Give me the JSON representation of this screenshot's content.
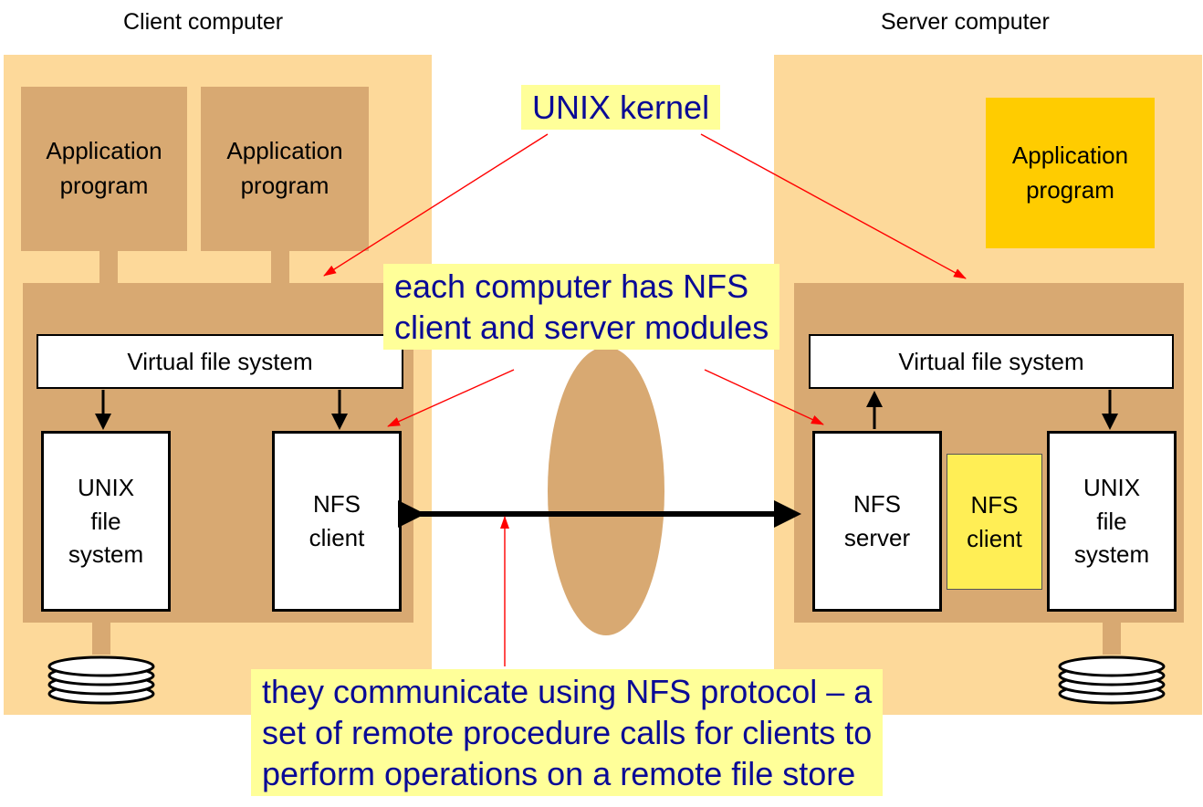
{
  "client": {
    "title": "Client computer",
    "apps": [
      "Application\nprogram",
      "Application\nprogram"
    ],
    "vfs": "Virtual file system",
    "unix_fs": "UNIX\nfile\nsystem",
    "nfs_client": "NFS\nclient"
  },
  "server": {
    "title": "Server computer",
    "app": "Application\nprogram",
    "vfs": "Virtual file system",
    "nfs_server": "NFS\nserver",
    "nfs_client": "NFS\nclient",
    "unix_fs": "UNIX\nfile\nsystem"
  },
  "callouts": {
    "kernel": "UNIX kernel",
    "modules": "each computer has NFS\nclient and server modules",
    "protocol": "they communicate using NFS protocol – a\nset of remote procedure calls for clients to\nperform operations on a remote file store"
  },
  "colors": {
    "panel": "#fdd99a",
    "kernel": "#d8a972",
    "callout_bg": "#ffff99",
    "callout_text": "#0a0a96",
    "pointer_arrow": "#ff0000",
    "highlight_app": "#ffcc00",
    "highlight_module": "#ffee55"
  }
}
